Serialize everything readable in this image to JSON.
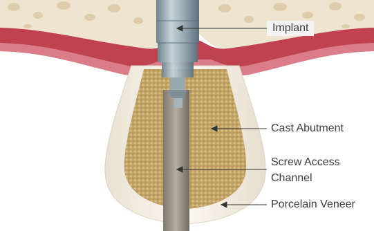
{
  "labels": {
    "implant": "Implant",
    "cast_abutment": "Cast Abutment",
    "screw_access_line1": "Screw Access",
    "screw_access_line2": "Channel",
    "porcelain_veneer": "Porcelain Veneer"
  },
  "colors": {
    "bone": "#efe4cf",
    "bone_pores": "#d9c7a6",
    "gum": "#c0414f",
    "gum_light": "#e89aa3",
    "veneer": "#f3efe6",
    "abutment": "#d4b77a",
    "metal": "#8fa3ad",
    "leader": "#333333"
  }
}
